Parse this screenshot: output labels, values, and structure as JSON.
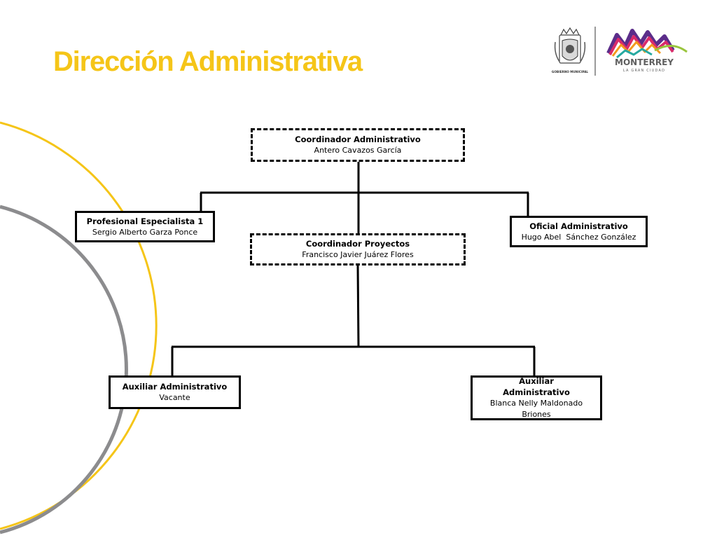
{
  "header": {
    "title": "Dirección Administrativa",
    "title_color": "#F5C518",
    "logo_left_caption": "GOBIERNO MUNICIPAL",
    "logo_right_name": "MONTERREY",
    "logo_right_tagline": "LA GRAN CIUDAD"
  },
  "theme": {
    "arc_yellow": "#F5C518",
    "arc_gray": "#8C8C8E",
    "line_color": "#000000"
  },
  "org": {
    "coord_admin": {
      "role": "Coordinador Administrativo",
      "person": "Antero Cavazos García",
      "vacant": false,
      "border": "dashed"
    },
    "profesional": {
      "role": "Profesional Especialista 1",
      "person": "Sergio Alberto Garza Ponce",
      "vacant": false,
      "border": "solid"
    },
    "coord_proyectos": {
      "role": "Coordinador Proyectos",
      "person": "Francisco Javier Juárez Flores",
      "vacant": false,
      "border": "dashed"
    },
    "oficial": {
      "role": "Oficial Administrativo",
      "person": "Hugo Abel  Sánchez González",
      "vacant": false,
      "border": "solid"
    },
    "auxiliar_1": {
      "role": "Auxiliar Administrativo",
      "person": "Vacante",
      "vacant": true,
      "border": "solid"
    },
    "auxiliar_2": {
      "role": "Auxiliar Administrativo",
      "person": "Blanca Nelly Maldonado Briones",
      "vacant": false,
      "border": "solid"
    }
  }
}
